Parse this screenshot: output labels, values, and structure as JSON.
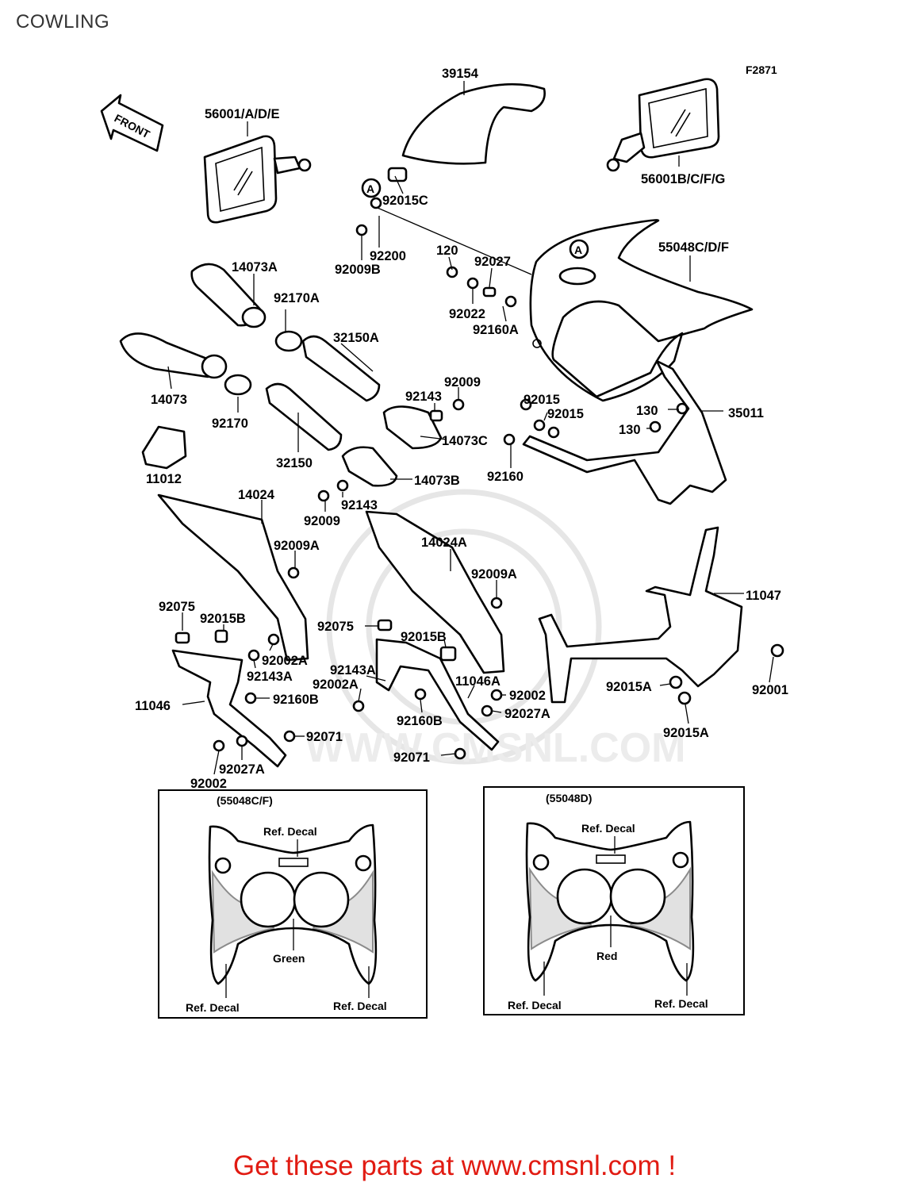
{
  "page_title": "COWLING",
  "figure_code": "F2871",
  "front_arrow_label": "FRONT",
  "ref_marker": "A",
  "part_labels": {
    "p39154": "39154",
    "p56001ade": "56001/A/D/E",
    "p56001bcfg": "56001B/C/F/G",
    "p92015c": "92015C",
    "p92200": "92200",
    "p92009b": "92009B",
    "p14073a": "14073A",
    "p92170a": "92170A",
    "p120": "120",
    "p92027": "92027",
    "p92022": "92022",
    "p92160a": "92160A",
    "p55048cdf": "55048C/D/F",
    "p32150a": "32150A",
    "p14073": "14073",
    "p92170": "92170",
    "p92009_top": "92009",
    "p92143_top": "92143",
    "p92015_a": "92015",
    "p92015_b": "92015",
    "p130_a": "130",
    "p130_b": "130",
    "p35011": "35011",
    "p14073c": "14073C",
    "p92160": "92160",
    "p32150": "32150",
    "p11012": "11012",
    "p14073b": "14073B",
    "p92143_mid": "92143",
    "p92009_mid": "92009",
    "p14024": "14024",
    "p14024a": "14024A",
    "p92009a_l": "92009A",
    "p92009a_r": "92009A",
    "p11047": "11047",
    "p92075_l": "92075",
    "p92015b_l": "92015B",
    "p92075_r": "92075",
    "p92015b_r": "92015B",
    "p92002a_l": "92002A",
    "p92143a_l": "92143A",
    "p92143a_r": "92143A",
    "p92002a_r": "92002A",
    "p11046a": "11046A",
    "p92002_r": "92002",
    "p92015a_l": "92015A",
    "p92001": "92001",
    "p11046": "11046",
    "p92160b_l": "92160B",
    "p92160b_r": "92160B",
    "p92027a_r": "92027A",
    "p92015a_b": "92015A",
    "p92071_l": "92071",
    "p92071_r": "92071",
    "p92027a_l": "92027A",
    "p92002_l": "92002"
  },
  "insets": [
    {
      "title": "(55048C/F)",
      "top_decal": "Ref. Decal",
      "color_label": "Green",
      "left_decal": "Ref. Decal",
      "right_decal": "Ref. Decal"
    },
    {
      "title": "(55048D)",
      "top_decal": "Ref. Decal",
      "color_label": "Red",
      "left_decal": "Ref. Decal",
      "right_decal": "Ref. Decal"
    }
  ],
  "watermark_text": "WWW.CMSNL.COM",
  "footer": {
    "text": "Get these parts at www.cmsnl.com !",
    "color": "#e11b12"
  }
}
